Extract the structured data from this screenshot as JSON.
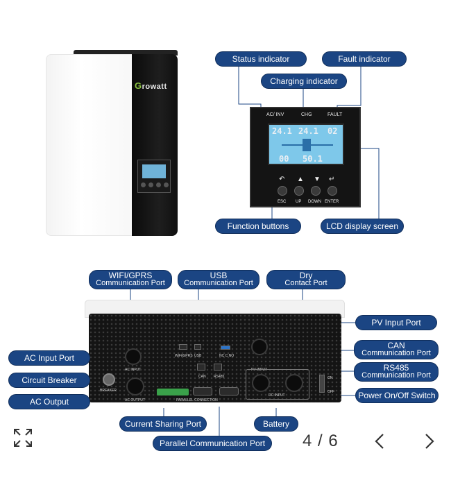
{
  "front_callouts": {
    "status": "Status indicator",
    "fault": "Fault indicator",
    "charging": "Charging indicator",
    "function": "Function buttons",
    "lcd": "LCD display screen"
  },
  "brand": {
    "name": "rowatt",
    "initial": "G"
  },
  "panel": {
    "indicators": {
      "ac_inv": "AC/ INV",
      "chg": "CHG",
      "fault": "FAULT"
    },
    "lcd": {
      "left_top": "24.1",
      "mid_top": "24.1",
      "right_top": "02",
      "mid_bottom": "00",
      "right_bottom": "50.1"
    },
    "buttons": [
      {
        "symbol": "↶",
        "label": "ESC"
      },
      {
        "symbol": "▲",
        "label": "UP"
      },
      {
        "symbol": "▼",
        "label": "DOWN"
      },
      {
        "symbol": "↵",
        "label": "ENTER"
      }
    ]
  },
  "back_callouts": {
    "wifi": {
      "main": "WIFI/GPRS",
      "sub": "Communication Port"
    },
    "usb": {
      "main": "USB",
      "sub": "Communication Port"
    },
    "dry": {
      "main": "Dry",
      "sub": "Contact Port"
    },
    "pv": "PV Input Port",
    "can": {
      "main": "CAN",
      "sub": "Communication Port"
    },
    "rs485": {
      "main": "RS485",
      "sub": "Communication Port"
    },
    "power": "Power On/Off Switch",
    "ac_input": "AC Input Port",
    "breaker": "Circuit Breaker",
    "ac_output": "AC Output",
    "current_sharing": "Current Sharing Port",
    "battery": "Battery",
    "parallel": "Parallel Communication Port"
  },
  "back_labels": {
    "wifi": "WiFi/GPRS",
    "usb": "USB",
    "dry": "NC C NO",
    "ac_in": "AC INPUT",
    "pv_in": "PV INPUT",
    "can": "CAN",
    "rs485": "RS485",
    "breaker": "BREAKER",
    "ac_out": "AC OUTPUT",
    "parallel": "PARALLEL CONNECTION",
    "dc_in": "DC INPUT",
    "on": "ON",
    "off": "OFF"
  },
  "viewer": {
    "page": "4 / 6"
  },
  "colors": {
    "callout": "#1b4583",
    "lcd": "#7ec8ea",
    "line": "#1b4583"
  }
}
